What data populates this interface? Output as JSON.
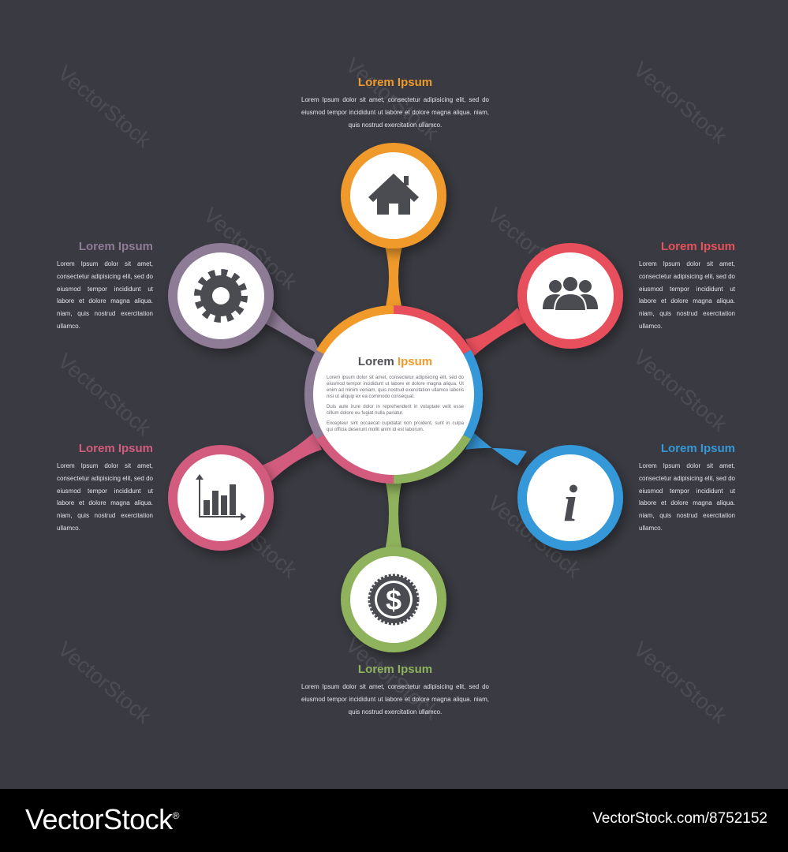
{
  "colors": {
    "background": "#3a3b42",
    "orange": "#ef9a2a",
    "red": "#e8505b",
    "blue": "#3498d8",
    "green": "#8fb25c",
    "pink": "#d35b7e",
    "purple": "#8e7b96",
    "icon": "#4b4c52"
  },
  "center": {
    "title_part1": "Lorem",
    "title_part2": "Ipsum",
    "paragraphs": [
      "Lorem ipsum dolor sit amet, consectetur adipisicing elit, sed do eiusmod tempor incididunt ut labore et dolore magna aliqua. Ut enim ad minim veniam, quis nostrud exercitation ullamco laboris nisi ut aliquip ex ea commodo consequat.",
      "Duis aute irure dolor in reprehenderit in voluptate velit esse cillum dolore eu fugiat nulla pariatur.",
      "Excepteur sint occaecat cupidatat non proident, sunt in culpa qui officia deserunt mollit anim id est laborum."
    ]
  },
  "nodes": {
    "top": {
      "icon": "home-icon",
      "title": "Lorem Ipsum",
      "text": "Lorem Ipsum dolor sit amet, consectetur adipisicing elit, sed do eiusmod tempor incididunt ut labore et dolore magna aliqua. niam, quis nostrud exercitation ullamco."
    },
    "upper_right": {
      "icon": "people-icon",
      "title": "Lorem Ipsum",
      "text": "Lorem Ipsum dolor sit amet, consectetur adipisicing elit, sed do eiusmod tempor incididunt ut labore et dolore magna aliqua. niam, quis nostrud exercitation ullamco."
    },
    "lower_right": {
      "icon": "info-icon",
      "title": "Lorem Ipsum",
      "text": "Lorem Ipsum dolor sit amet, consectetur adipisicing elit, sed do eiusmod tempor incididunt ut labore et dolore magna aliqua. niam, quis nostrud exercitation ullamco."
    },
    "bottom": {
      "icon": "dollar-icon",
      "title": "Lorem Ipsum",
      "text": "Lorem Ipsum dolor sit amet, consectetur adipisicing elit, sed do eiusmod tempor incididunt ut labore et dolore magna aliqua. niam, quis nostrud exercitation ullamco."
    },
    "lower_left": {
      "icon": "bar-chart-icon",
      "title": "Lorem Ipsum",
      "text": "Lorem Ipsum dolor sit amet, consectetur adipisicing elit, sed do eiusmod tempor incididunt ut labore et dolore magna aliqua. niam, quis nostrud exercitation ullamco."
    },
    "upper_left": {
      "icon": "gear-icon",
      "title": "Lorem Ipsum",
      "text": "Lorem Ipsum dolor sit amet, consectetur adipisicing elit, sed do eiusmod tempor incididunt ut labore et dolore magna aliqua. niam, quis nostrud exercitation ullamco."
    }
  },
  "watermark": {
    "text": "VectorStock"
  },
  "footer": {
    "brand": "VectorStock",
    "brand_mark": "®",
    "image_id": "VectorStock.com/8752152"
  }
}
